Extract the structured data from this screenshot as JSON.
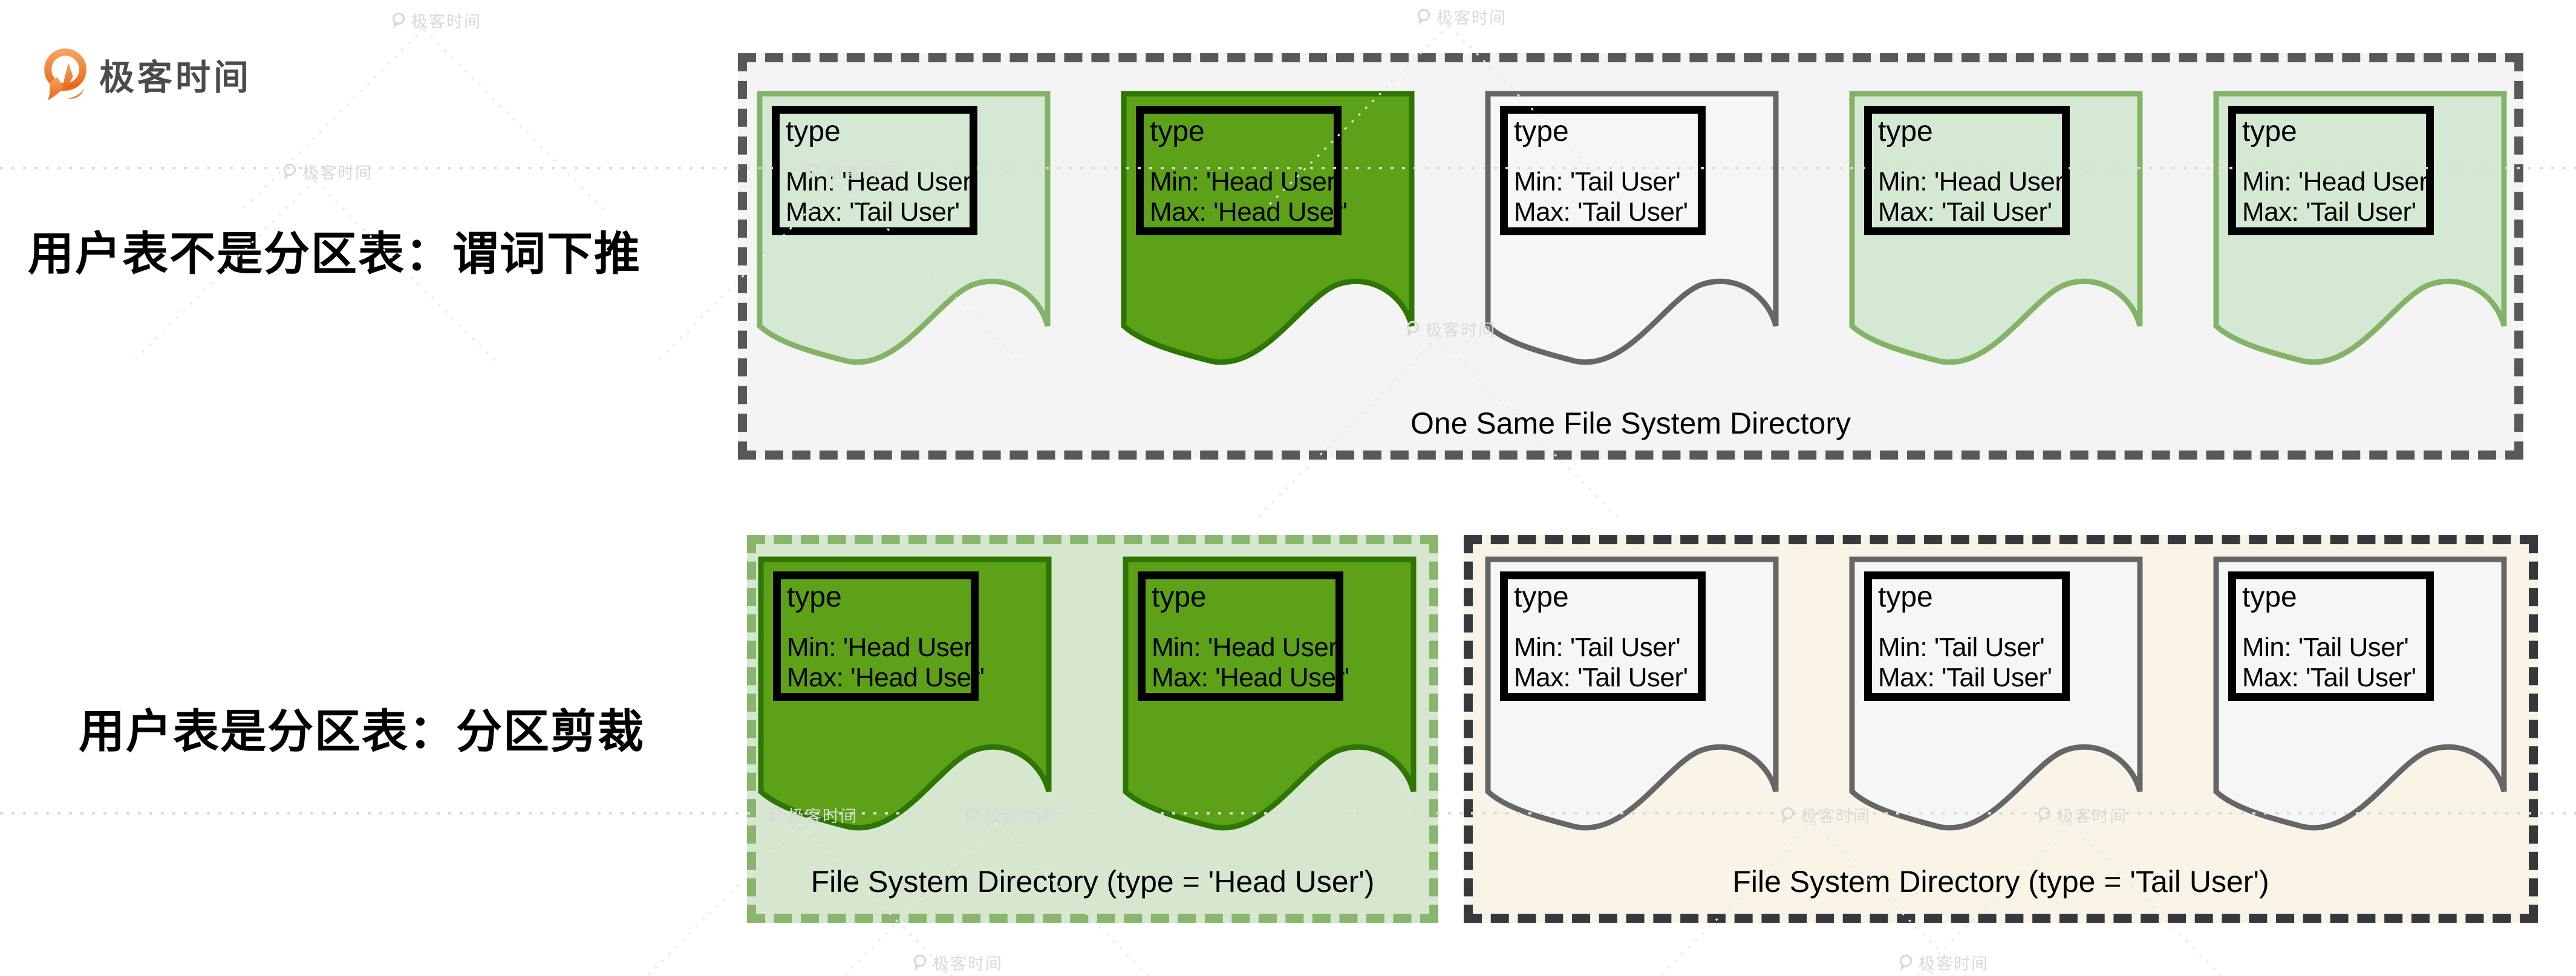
{
  "logo": {
    "icon": "geektime-pin-icon",
    "text": "极客时间"
  },
  "watermark": {
    "icon": "geektime-pin-icon",
    "text": "极客时间"
  },
  "colors": {
    "light_green_fill": "#d5e8d4",
    "light_green_stroke": "#82b366",
    "dark_green_fill": "#5ca117",
    "dark_green_stroke": "#2d7600",
    "plain_fill": "#f6f6f6",
    "plain_stroke": "#666666",
    "row1_box_bg": "#f4f4f4",
    "row1_box_border": "#585858",
    "head_box_bg": "#d7e7cf",
    "head_box_border": "#87b66c",
    "tail_box_bg": "#f9f4e7",
    "tail_box_border": "#36393c",
    "logo_orange": "#ee7526"
  },
  "row1": {
    "title": "用户表不是分区表：谓词下推",
    "box": {
      "label": "One Same File System Directory",
      "docs": [
        {
          "variant": "light-green",
          "type_label": "type",
          "min": "Min: 'Head User'",
          "max": "Max: 'Tail User'"
        },
        {
          "variant": "dark-green",
          "type_label": "type",
          "min": "Min: 'Head User'",
          "max": "Max: 'Head User'"
        },
        {
          "variant": "white",
          "type_label": "type",
          "min": "Min: 'Tail User'",
          "max": "Max: 'Tail User'"
        },
        {
          "variant": "light-green",
          "type_label": "type",
          "min": "Min: 'Head User'",
          "max": "Max: 'Tail User'"
        },
        {
          "variant": "light-green",
          "type_label": "type",
          "min": "Min: 'Head User'",
          "max": "Max: 'Tail User'"
        }
      ]
    }
  },
  "row2": {
    "title": "用户表是分区表：分区剪裁",
    "head_box": {
      "label": "File System Directory (type = 'Head User')",
      "docs": [
        {
          "variant": "dark-green",
          "type_label": "type",
          "min": "Min: 'Head User'",
          "max": "Max: 'Head User'"
        },
        {
          "variant": "dark-green",
          "type_label": "type",
          "min": "Min: 'Head User'",
          "max": "Max: 'Head User'"
        }
      ]
    },
    "tail_box": {
      "label": "File System Directory (type = 'Tail User')",
      "docs": [
        {
          "variant": "white",
          "type_label": "type",
          "min": "Min: 'Tail User'",
          "max": "Max: 'Tail User'"
        },
        {
          "variant": "white",
          "type_label": "type",
          "min": "Min: 'Tail User'",
          "max": "Max: 'Tail User'"
        },
        {
          "variant": "white",
          "type_label": "type",
          "min": "Min: 'Tail User'",
          "max": "Max: 'Tail User'"
        }
      ]
    }
  }
}
